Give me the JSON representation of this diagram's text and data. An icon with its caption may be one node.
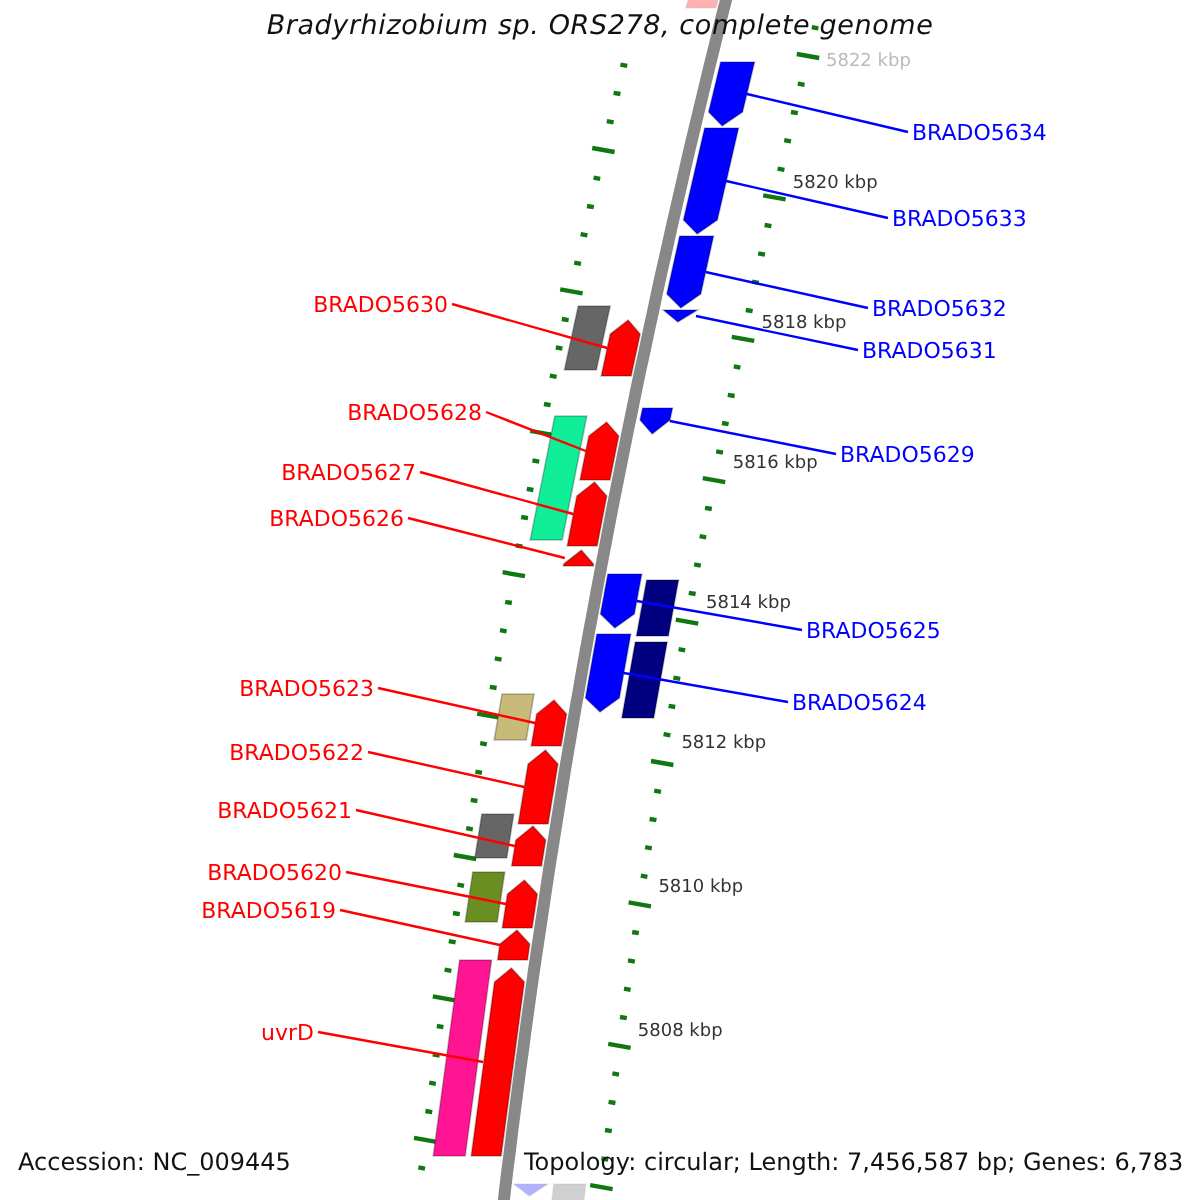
{
  "diagram": {
    "title": "Bradyrhizobium sp. ORS278, complete genome",
    "nodes": [
      {
        "text": [
          "BRADO5634"
        ]
      },
      {
        "text": [
          "BRADO5633"
        ]
      },
      {
        "text": [
          "BRADO5630"
        ]
      },
      {
        "text": [
          "BRADO5632"
        ]
      },
      {
        "text": [
          "BRADO5631"
        ]
      },
      {
        "text": [
          "BRADO5628"
        ]
      },
      {
        "text": [
          "BRADO5629"
        ]
      },
      {
        "text": [
          "BRADO5627"
        ]
      },
      {
        "text": [
          "BRADO5626"
        ]
      },
      {
        "text": [
          "BRADO5625"
        ]
      },
      {
        "text": [
          "BRADO5623"
        ]
      },
      {
        "text": [
          "BRADO5624"
        ]
      },
      {
        "text": [
          "BRADO5622"
        ]
      },
      {
        "text": [
          "BRADO5621"
        ]
      },
      {
        "text": [
          "BRADO5620"
        ]
      },
      {
        "text": [
          "BRADO5619"
        ]
      },
      {
        "text": [
          "uvrD"
        ]
      },
      {
        "text": [],
        "shape": "pentagon"
      },
      {
        "text": [],
        "shape": "pentagon"
      },
      {
        "text": [],
        "shape": "pentagon"
      },
      {
        "text": [],
        "shape": "pentagon"
      },
      {
        "text": [],
        "shape": "pentagon"
      },
      {
        "text": [],
        "shape": "pentagon"
      },
      {
        "text": [],
        "shape": "pentagon"
      },
      {
        "text": [],
        "shape": "pentagon"
      },
      {
        "text": [],
        "shape": "pentagon"
      },
      {
        "text": [],
        "shape": "pentagon"
      },
      {
        "text": [],
        "shape": "pentagon"
      },
      {
        "text": [],
        "shape": "pentagon"
      },
      {
        "text": [],
        "shape": "pentagon"
      },
      {
        "text": [],
        "shape": "pentagon"
      },
      {
        "text": [],
        "shape": "pentagon"
      },
      {
        "text": [],
        "shape": "pentagon"
      },
      {
        "text": [],
        "shape": "pentagon"
      }
    ],
    "edges": [
      {
        "from": 0,
        "to": 17,
        "arrow": "none",
        "color": "#0000ff"
      },
      {
        "from": 1,
        "to": 18,
        "arrow": "none",
        "color": "#0000ff"
      },
      {
        "from": 2,
        "to": 21,
        "arrow": "none"
      },
      {
        "from": 3,
        "to": 19,
        "arrow": "none",
        "color": "#0000ff"
      },
      {
        "from": 4,
        "to": 20,
        "arrow": "none",
        "color": "#0000ff"
      },
      {
        "from": 5,
        "to": 23,
        "arrow": "none"
      },
      {
        "from": 6,
        "to": 22,
        "arrow": "none",
        "color": "#0000ff"
      },
      {
        "from": 7,
        "to": 24,
        "arrow": "none"
      },
      {
        "from": 8,
        "to": 25,
        "arrow": "none"
      },
      {
        "from": 9,
        "to": 26,
        "arrow": "none",
        "color": "#0000ff"
      },
      {
        "from": 10,
        "to": 28,
        "arrow": "none"
      },
      {
        "from": 11,
        "to": 27,
        "arrow": "none",
        "color": "#0000ff"
      },
      {
        "from": 12,
        "to": 29,
        "arrow": "none"
      },
      {
        "from": 13,
        "to": 30,
        "arrow": "none"
      },
      {
        "from": 14,
        "to": 31,
        "arrow": "none"
      },
      {
        "from": 15,
        "to": 32,
        "arrow": "none"
      },
      {
        "from": 16,
        "to": 33,
        "arrow": "none"
      }
    ],
    "labels": [
      "5822 kbp",
      "5820 kbp",
      "5818 kbp",
      "5816 kbp",
      "5814 kbp",
      "5812 kbp",
      "5810 kbp",
      "5808 kbp",
      "Accession: NC_009445",
      "Topology: circular; Length: 7,456,587 bp; Genes: 6,783"
    ]
  }
}
